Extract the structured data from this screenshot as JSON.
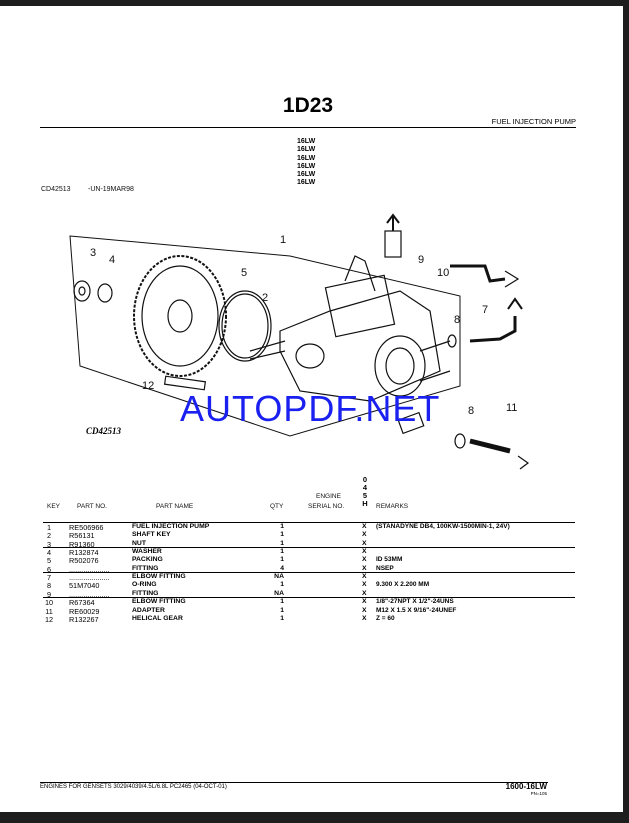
{
  "header": {
    "title": "1D23",
    "subtitle": "FUEL INJECTION PUMP",
    "codes": [
      "16LW",
      "16LW",
      "16LW",
      "16LW",
      "16LW",
      "16LW"
    ]
  },
  "figure": {
    "ref": "CD42513",
    "date": "-UN-19MAR98",
    "label": "CD42513",
    "callouts": [
      "1",
      "2",
      "3",
      "4",
      "5",
      "7",
      "8",
      "8",
      "9",
      "10",
      "11",
      "12"
    ],
    "watermark": "AUTOPDF.NET"
  },
  "table": {
    "column_code": [
      "0",
      "4",
      "5",
      "H"
    ],
    "headers": {
      "key": "KEY",
      "part_no": "PART NO.",
      "part_name": "PART NAME",
      "qty": "QTY",
      "engine": "ENGINE",
      "serial": "SERIAL NO.",
      "remarks": "REMARKS"
    },
    "rows": [
      {
        "key": "1",
        "part_no": "RE506966",
        "name": "FUEL INJECTION PUMP",
        "qty": "1",
        "x": "X",
        "remarks": "(STANADYNE DB4, 100KW-1500MIN-1, 24V)"
      },
      {
        "key": "2",
        "part_no": "R56131",
        "name": "SHAFT KEY",
        "qty": "1",
        "x": "X",
        "remarks": ""
      },
      {
        "key": "3",
        "part_no": "R91360",
        "name": "NUT",
        "qty": "1",
        "x": "X",
        "remarks": ""
      },
      {
        "key": "4",
        "part_no": "R132874",
        "name": "WASHER",
        "qty": "1",
        "x": "X",
        "remarks": ""
      },
      {
        "key": "5",
        "part_no": "R502076",
        "name": "PACKING",
        "qty": "1",
        "x": "X",
        "remarks": "ID 53MM"
      },
      {
        "key": "6",
        "part_no": "....................",
        "name": "FITTING",
        "qty": "4",
        "x": "X",
        "remarks": "NSEP"
      },
      {
        "key": "7",
        "part_no": "....................",
        "name": "ELBOW FITTING",
        "qty": "NA",
        "x": "X",
        "remarks": ""
      },
      {
        "key": "8",
        "part_no": "51M7040",
        "name": "O-RING",
        "qty": "1",
        "x": "X",
        "remarks": "9.300 X 2.200 MM"
      },
      {
        "key": "9",
        "part_no": "....................",
        "name": "FITTING",
        "qty": "NA",
        "x": "X",
        "remarks": ""
      },
      {
        "key": "10",
        "part_no": "R67364",
        "name": "ELBOW FITTING",
        "qty": "1",
        "x": "X",
        "remarks": "1/8\"-27NPT X 1/2\"-24UNS"
      },
      {
        "key": "11",
        "part_no": "RE60029",
        "name": "ADAPTER",
        "qty": "1",
        "x": "X",
        "remarks": "M12 X 1.5 X 9/16\"-24UNEF"
      },
      {
        "key": "12",
        "part_no": "R132267",
        "name": "HELICAL GEAR",
        "qty": "1",
        "x": "X",
        "remarks": "Z = 60"
      }
    ]
  },
  "footer": {
    "text": "ENGINES FOR GENSETS 3029/4039/4.5L/6.8L   PC2465     (04-OCT-01)",
    "page": "1600-16LW",
    "pn": "PN=105"
  }
}
